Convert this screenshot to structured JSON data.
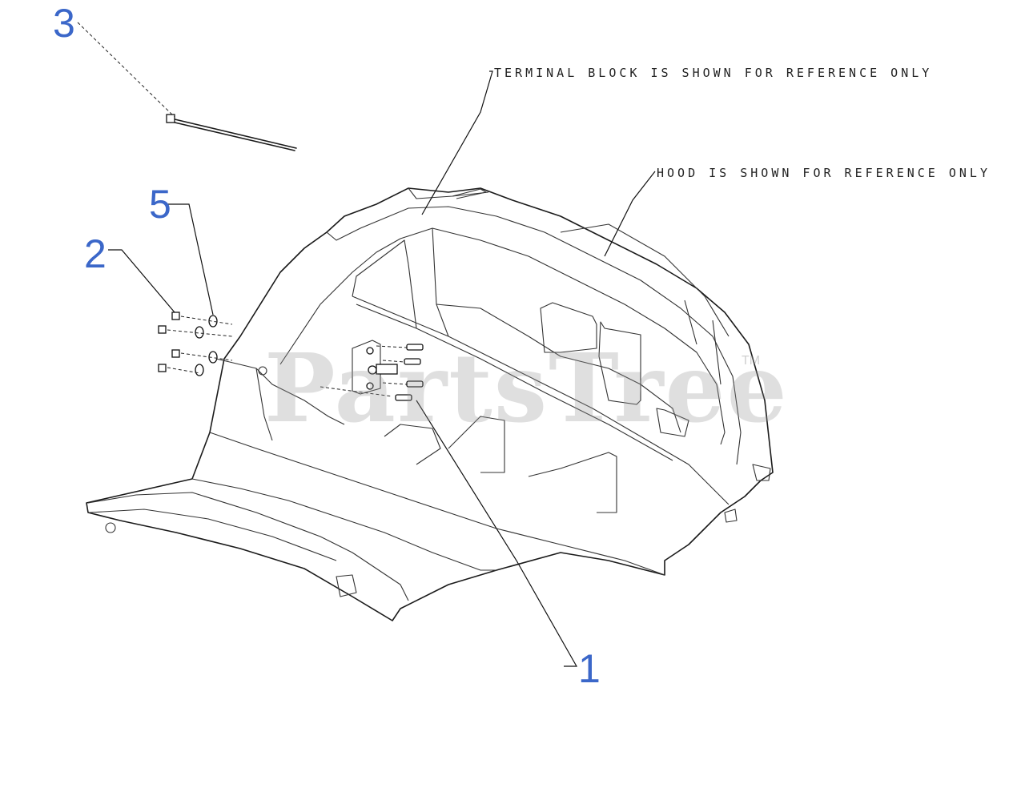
{
  "callouts": {
    "c1": "1",
    "c2": "2",
    "c3": "3",
    "c5": "5"
  },
  "notes": {
    "terminal_block": "TERMINAL BLOCK IS SHOWN FOR REFERENCE ONLY",
    "hood": "HOOD IS SHOWN FOR REFERENCE ONLY"
  },
  "watermark": {
    "text": "PartsTree",
    "trademark": "TM"
  },
  "colors": {
    "callout_blue": "#3b67c9",
    "line_art": "#1a1a1a",
    "watermark_gray": "#969696"
  }
}
